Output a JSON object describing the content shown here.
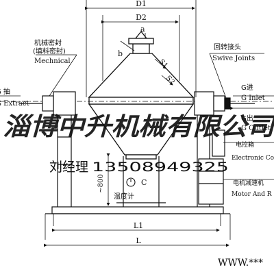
{
  "dims": {
    "d1": "D1",
    "d2": "D2",
    "l1": "L1",
    "l": "L",
    "s1": "S1",
    "s2": "S2",
    "height": "~800"
  },
  "points": {
    "a": "a",
    "b": "b",
    "c": "C"
  },
  "callouts": {
    "mech_seal_cn": "机械密封",
    "mech_seal_cn_sub": "(填料密封)",
    "mech_seal_en": "Mechnical",
    "swivel_cn": "回转接头",
    "swivel_en": "Swive Joints",
    "extract_cn": "G 抽",
    "extract_en": "G Extract",
    "inlet_cn": "G进",
    "inlet_en": "G Inlet",
    "outlet_cn": "G出",
    "outlet_en": "G Outlet",
    "control_cn": "电控箱",
    "control_en": "Electronic Co",
    "motor_cn": "电机减速机",
    "motor_en": "Motor And R",
    "thermo_cn": "温度计"
  },
  "watermark": {
    "company": "淄博中升机械有限公司",
    "contact": "刘经理",
    "phone": "13508949325",
    "url": "WWW.***"
  },
  "colors": {
    "line": "#111111",
    "watermark": "#2f63a8",
    "phone": "#3f6fb0"
  }
}
